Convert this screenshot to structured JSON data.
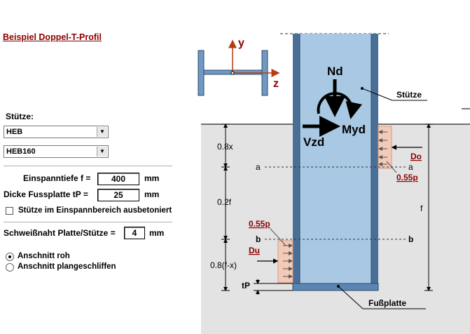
{
  "title": "Beispiel Doppel-T-Profil",
  "form": {
    "stuetze_label": "Stütze:",
    "profile_type": "HEB",
    "profile_size": "HEB160",
    "einspanntiefe_label": "Einspanntiefe f =",
    "einspanntiefe_value": "400",
    "einspanntiefe_unit": "mm",
    "fussplatte_label": "Dicke Fussplatte tP =",
    "fussplatte_value": "25",
    "fussplatte_unit": "mm",
    "ausbetoniert_label": "Stütze im Einspannbereich ausbetoniert",
    "schweissnaht_label": "Schweißnaht Platte/Stütze =",
    "schweissnaht_value": "4",
    "schweissnaht_unit": "mm",
    "radio_roh_label": "Anschnitt roh",
    "radio_plan_label": "Anschnitt plangeschliffen"
  },
  "diagram": {
    "axis_y": "y",
    "axis_z": "z",
    "nd": "Nd",
    "vzd": "Vzd",
    "myd": "Myd",
    "stuetze": "Stütze",
    "fussplatte": "Fußplatte",
    "do": "Do",
    "du": "Du",
    "factor_top": "0.55p",
    "factor_bottom": "0.55p",
    "dim_08x": "0.8x",
    "dim_02f": "0.2f",
    "dim_08fx": "0.8(f-x)",
    "dim_f": "f",
    "dim_tp": "tP",
    "sec_a": "a",
    "sec_b": "b"
  },
  "colors": {
    "column": "#a9c8e3",
    "column_edge": "#4a6f96",
    "plate": "#5b86b3",
    "ground": "#e3e3e3",
    "pressure": "#f3c9b8",
    "title": "#8b0000",
    "arrow_red": "#b83a10"
  }
}
